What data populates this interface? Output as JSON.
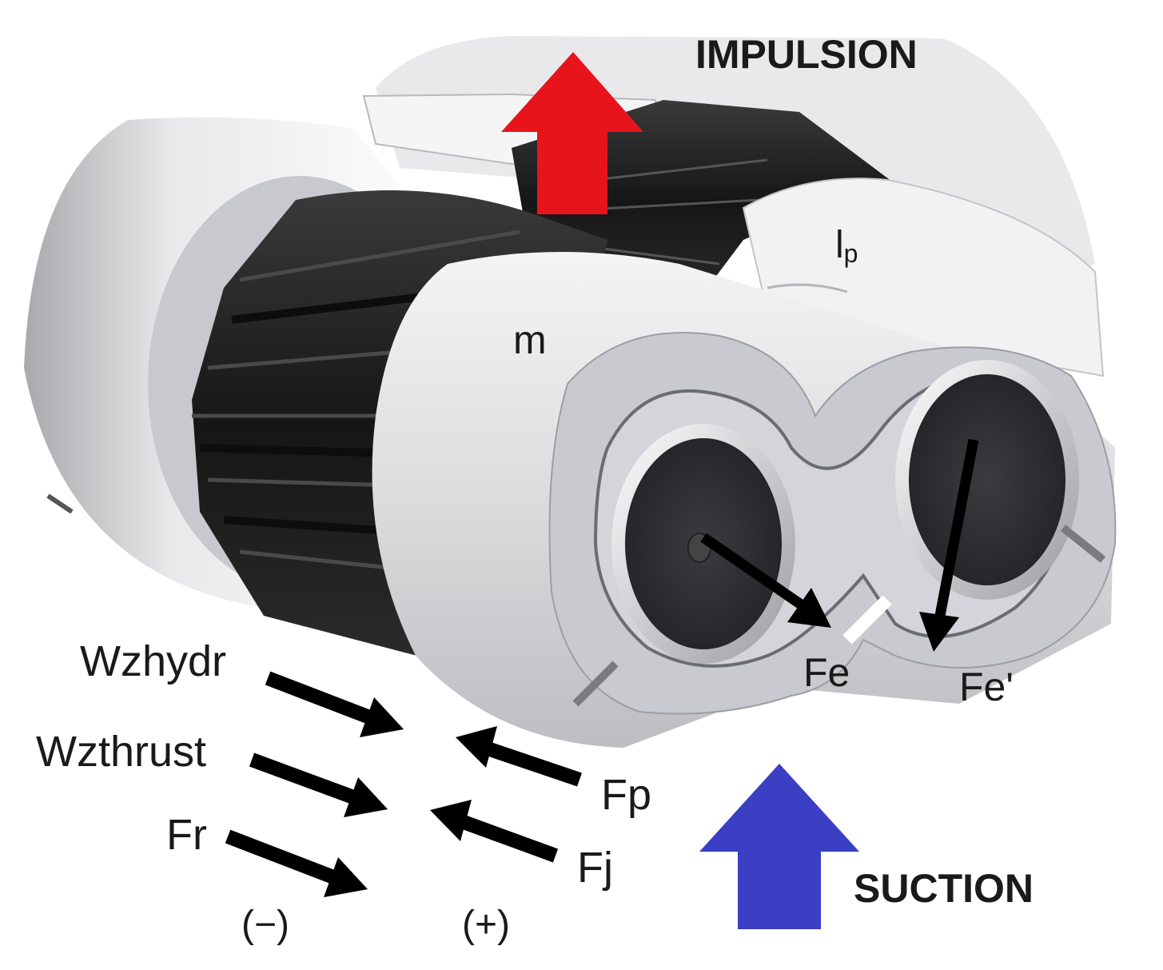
{
  "labels": {
    "impulsion": "IMPULSION",
    "suction": "SUCTION",
    "m": "m",
    "lp_main": "l",
    "lp_sub": "p",
    "fe": "Fe",
    "fe_prime": "Fe'",
    "wzhydr": "Wzhydr",
    "wzthrust": "Wzthrust",
    "fr": "Fr",
    "fp": "Fp",
    "fj": "Fj",
    "minus": "(−)",
    "plus": "(+)"
  },
  "colors": {
    "impulsion_arrow": "#e8141c",
    "suction_arrow": "#3a3fc4",
    "gear_teeth": "#1c1c1c",
    "bushing_face": "#c9c9d0",
    "bushing_body": "#e8e8ea",
    "force_arrows": "#000000"
  },
  "icons": {
    "impulsion_arrow": "arrow-up-icon",
    "suction_arrow": "arrow-up-icon"
  }
}
